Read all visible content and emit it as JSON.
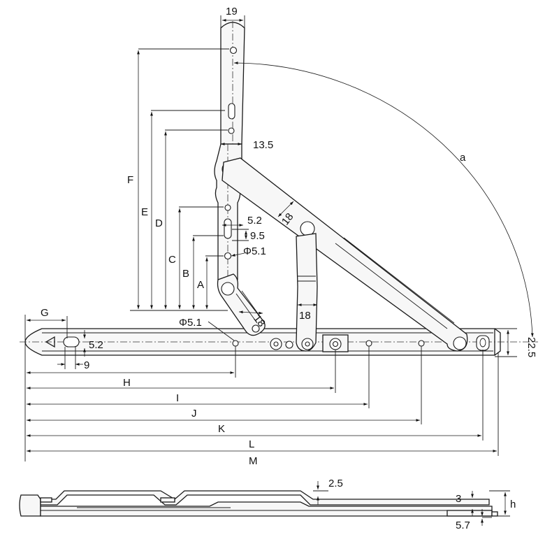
{
  "labels": {
    "letters": {
      "a": "a",
      "A": "A",
      "B": "B",
      "C": "C",
      "D": "D",
      "E": "E",
      "F": "F",
      "G": "G",
      "H": "H",
      "I": "I",
      "J": "J",
      "K": "K",
      "L": "L",
      "M": "M",
      "h": "h"
    },
    "dims": {
      "d19": "19",
      "d13_5": "13.5",
      "d18_diag": "18",
      "d5_2_arm": "5.2",
      "d9_5": "9.5",
      "phi5_1_arm": "Φ5.1",
      "d18_small": "18",
      "d18_link": "18",
      "phi5_1_base": "Φ5.1",
      "d5_2_base": "5.2",
      "d9": "9",
      "d22_5": "22.5",
      "d2_5": "2.5",
      "d3": "3",
      "d5_7": "5.7"
    }
  }
}
